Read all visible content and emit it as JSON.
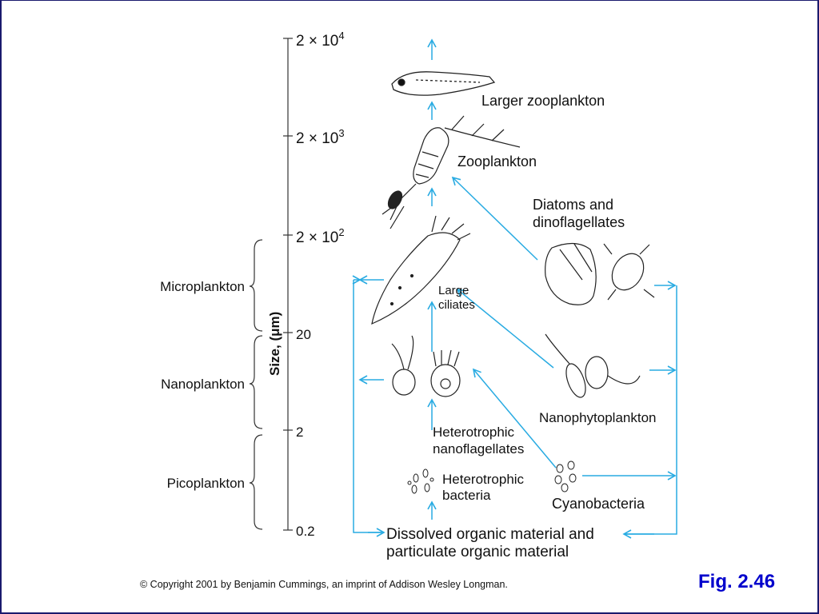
{
  "scale_ticks": [
    {
      "base": "2 × 10",
      "exp": "4"
    },
    {
      "base": "2 × 10",
      "exp": "3"
    },
    {
      "base": "2 × 10",
      "exp": "2"
    },
    {
      "base": "20",
      "exp": ""
    },
    {
      "base": "2",
      "exp": ""
    },
    {
      "base": "0.2",
      "exp": ""
    }
  ],
  "axis_label": "Size, (μm)",
  "size_classes": [
    "Microplankton",
    "Nanoplankton",
    "Picoplankton"
  ],
  "organisms": {
    "larger_zooplankton": "Larger zooplankton",
    "zooplankton": "Zooplankton",
    "diatoms_line1": "Diatoms and",
    "diatoms_line2": "dinoflagellates",
    "large_ciliates_line1": "Large",
    "large_ciliates_line2": "ciliates",
    "nanophytoplankton": "Nanophytoplankton",
    "het_nano_line1": "Heterotrophic",
    "het_nano_line2": "nanoflagellates",
    "het_bact_line1": "Heterotrophic",
    "het_bact_line2": "bacteria",
    "cyanobacteria": "Cyanobacteria",
    "dom_line1": "Dissolved organic material and",
    "dom_line2": "particulate organic material"
  },
  "copyright": "© Copyright 2001 by Benjamin Cummings, an imprint of Addison Wesley Longman.",
  "figure_label": "Fig. 2.46",
  "colors": {
    "arrow": "#29abe2",
    "text": "#111111",
    "figure_label": "#0000cc",
    "frame": "#1a1a6e"
  }
}
